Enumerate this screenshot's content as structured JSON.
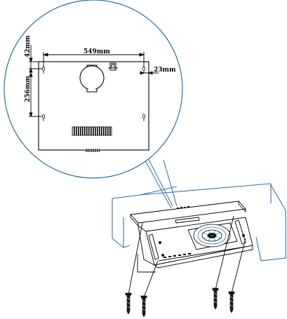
{
  "labels": {
    "top_offset": "42mm",
    "hole_spacing_width": "549mm",
    "side_offset": "23mm",
    "hole_spacing_height": "256mm"
  },
  "colors": {
    "cabinet_stroke": "#3a6f9e",
    "callout_stroke": "#2f6e9e",
    "ink": "#000000",
    "background": "#ffffff"
  },
  "icons": {
    "screw": "screw-icon",
    "fan": "fan-icon",
    "grille": "vent-grille-icon"
  }
}
